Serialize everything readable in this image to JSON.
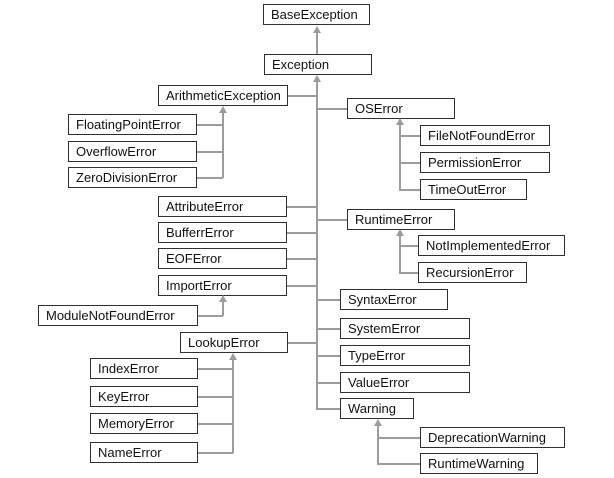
{
  "diagram": {
    "type": "class-hierarchy",
    "root": "BaseException",
    "colors": {
      "background": "#ffffff",
      "box_fill": "#ffffff",
      "box_border": "#2f2f2f",
      "text": "#111111",
      "connector": "#9c9c9c"
    },
    "nodes": [
      {
        "label": "BaseException",
        "parent": null
      },
      {
        "label": "Exception",
        "parent": "BaseException"
      },
      {
        "label": "ArithmeticException",
        "parent": "Exception"
      },
      {
        "label": "FloatingPointError",
        "parent": "ArithmeticException"
      },
      {
        "label": "OverflowError",
        "parent": "ArithmeticException"
      },
      {
        "label": "ZeroDivisionError",
        "parent": "ArithmeticException"
      },
      {
        "label": "AttributeError",
        "parent": "Exception"
      },
      {
        "label": "BufferrError",
        "parent": "Exception"
      },
      {
        "label": "EOFError",
        "parent": "Exception"
      },
      {
        "label": "ImportError",
        "parent": "Exception"
      },
      {
        "label": "ModuleNotFoundError",
        "parent": "ImportError"
      },
      {
        "label": "LookupError",
        "parent": "Exception"
      },
      {
        "label": "IndexError",
        "parent": "LookupError"
      },
      {
        "label": "KeyError",
        "parent": "LookupError"
      },
      {
        "label": "MemoryError",
        "parent": "LookupError"
      },
      {
        "label": "NameError",
        "parent": "LookupError"
      },
      {
        "label": "OSError",
        "parent": "Exception"
      },
      {
        "label": "FileNotFoundError",
        "parent": "OSError"
      },
      {
        "label": "PermissionError",
        "parent": "OSError"
      },
      {
        "label": "TimeOutError",
        "parent": "OSError"
      },
      {
        "label": "RuntimeError",
        "parent": "Exception"
      },
      {
        "label": "NotImplementedError",
        "parent": "RuntimeError"
      },
      {
        "label": "RecursionError",
        "parent": "RuntimeError"
      },
      {
        "label": "SyntaxError",
        "parent": "Exception"
      },
      {
        "label": "SystemError",
        "parent": "Exception"
      },
      {
        "label": "TypeError",
        "parent": "Exception"
      },
      {
        "label": "ValueError",
        "parent": "Exception"
      },
      {
        "label": "Warning",
        "parent": "Exception"
      },
      {
        "label": "DeprecationWarning",
        "parent": "Warning"
      },
      {
        "label": "RuntimeWarning",
        "parent": "Warning"
      }
    ]
  }
}
